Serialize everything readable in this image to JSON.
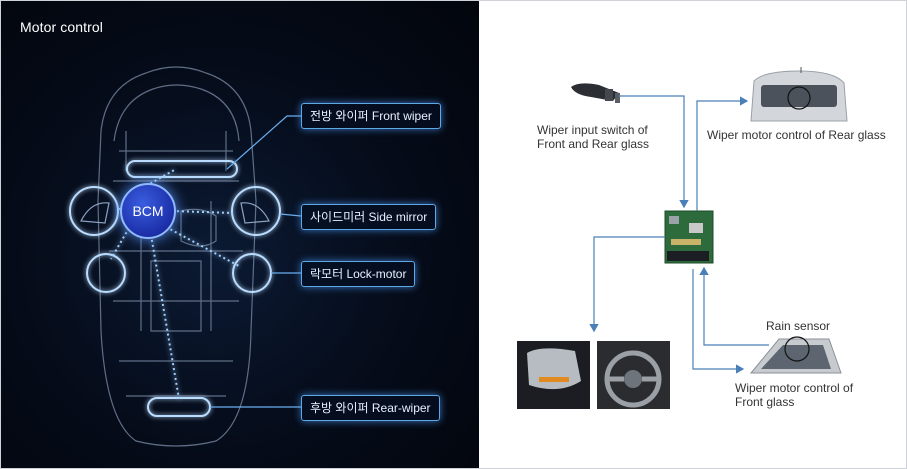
{
  "title": "Motor control",
  "bcm_label": "BCM",
  "left_labels": {
    "front_wiper": "전방 와이퍼 Front wiper",
    "side_mirror": "사이드미러 Side mirror",
    "lock_motor": "락모터 Lock-motor",
    "rear_wiper": "후방 와이퍼 Rear-wiper"
  },
  "right_labels": {
    "wiper_switch_line1": "Wiper input switch of",
    "wiper_switch_line2": "Front and Rear glass",
    "rear_glass": "Wiper motor control of Rear glass",
    "rain_sensor": "Rain sensor",
    "front_glass_line1": "Wiper motor control of",
    "front_glass_line2": "Front glass"
  },
  "colors": {
    "accent_glow": "#5fa8e8",
    "bcm_blue": "#1c2fa8",
    "arrow_blue": "#4a7fb8"
  }
}
